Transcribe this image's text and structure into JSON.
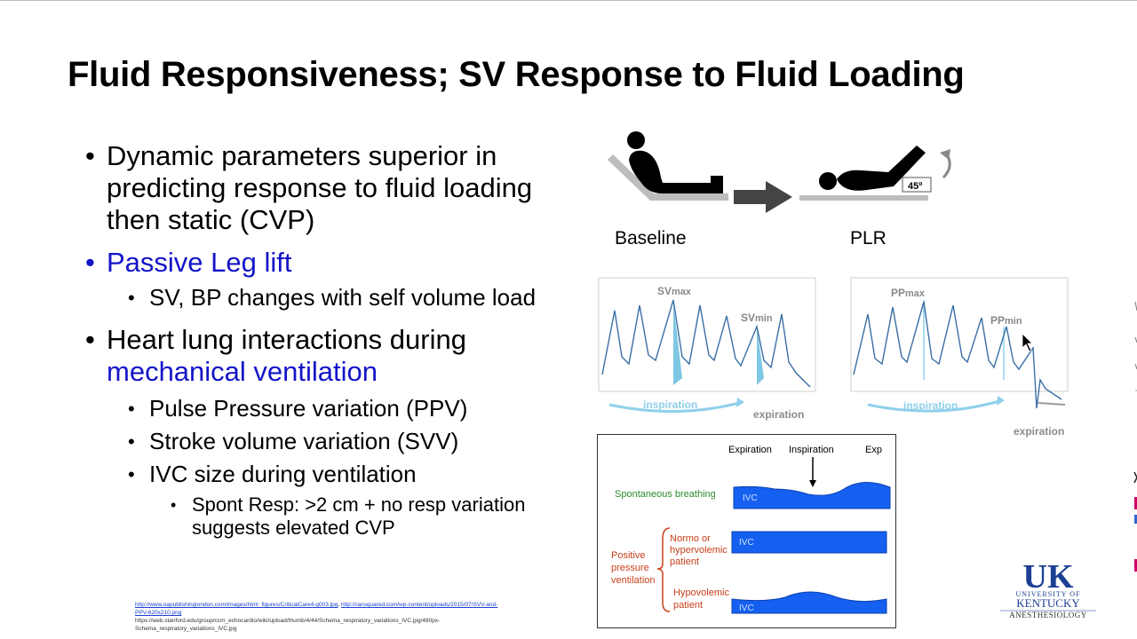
{
  "title": "Fluid Responsiveness; SV Response to Fluid Loading",
  "bullets": {
    "b1": "Dynamic parameters superior in predicting response to fluid loading then static (CVP)",
    "b2": "Passive Leg lift",
    "b2_sub1": "SV, BP changes with self volume load",
    "b3_line1": "Heart lung interactions during",
    "b3_line2": "mechanical ventilation",
    "b3_sub1": "Pulse Pressure variation (PPV)",
    "b3_sub2": "Stroke volume variation (SVV)",
    "b3_sub3": "IVC size during ventilation",
    "b3_sub3_sub1": "Spont Resp: >2 cm + no resp variation suggests elevated CVP"
  },
  "references": {
    "link1": "http://www.oapublishinglondon.com/images/html_figures/CriticalCare4-g003.jpg",
    "link2": "http://ransquared.com/wp-content/uploads/2015/07/SVV-and-PPV-620x210.png",
    "line3": "https://web.stanford.edu/group/ccm_echocardio/wiki/upload/thumb/4/44/Schema_respiratory_variations_IVC.jpg/480px-Schema_respiratory_variations_IVC.jpg"
  },
  "plr_figure": {
    "baseline_label": "Baseline",
    "plr_label": "PLR",
    "angle_label": "45º"
  },
  "sv_figure": {
    "max_label": "SV",
    "max_sub": "max",
    "min_label": "SV",
    "min_sub": "min",
    "inspiration": "inspiration",
    "expiration": "expiration"
  },
  "pp_figure": {
    "max_label": "PP",
    "max_sub": "max",
    "min_label": "PP",
    "min_sub": "min",
    "inspiration": "inspiration",
    "expiration": "expiration"
  },
  "ivc_figure": {
    "expiration": "Expiration",
    "inspiration": "Inspiration",
    "exp": "Exp",
    "spontaneous": "Spontaneous breathing",
    "positive_pressure_l1": "Positive",
    "positive_pressure_l2": "pressure",
    "positive_pressure_l3": "ventilation",
    "normo_l1": "Normo or",
    "normo_l2": "hypervolemic",
    "normo_l3": "patient",
    "hypo_l1": "Hypovolemic",
    "hypo_l2": "patient",
    "ivc": "IVC"
  },
  "logo": {
    "mark": "UK",
    "university": "UNIVERSITY OF",
    "kentucky": "KENTUCKY",
    "department": "ANESTHESIOLOGY"
  },
  "colors": {
    "bullet_blue": "#1414c8",
    "ivc_blue": "#1560f0",
    "green_label": "#2a8a2a",
    "red_label": "#c8401a",
    "waveform": "#3a6ea5",
    "highlight": "#7ec8e3",
    "uk_blue": "#1c3f94"
  }
}
